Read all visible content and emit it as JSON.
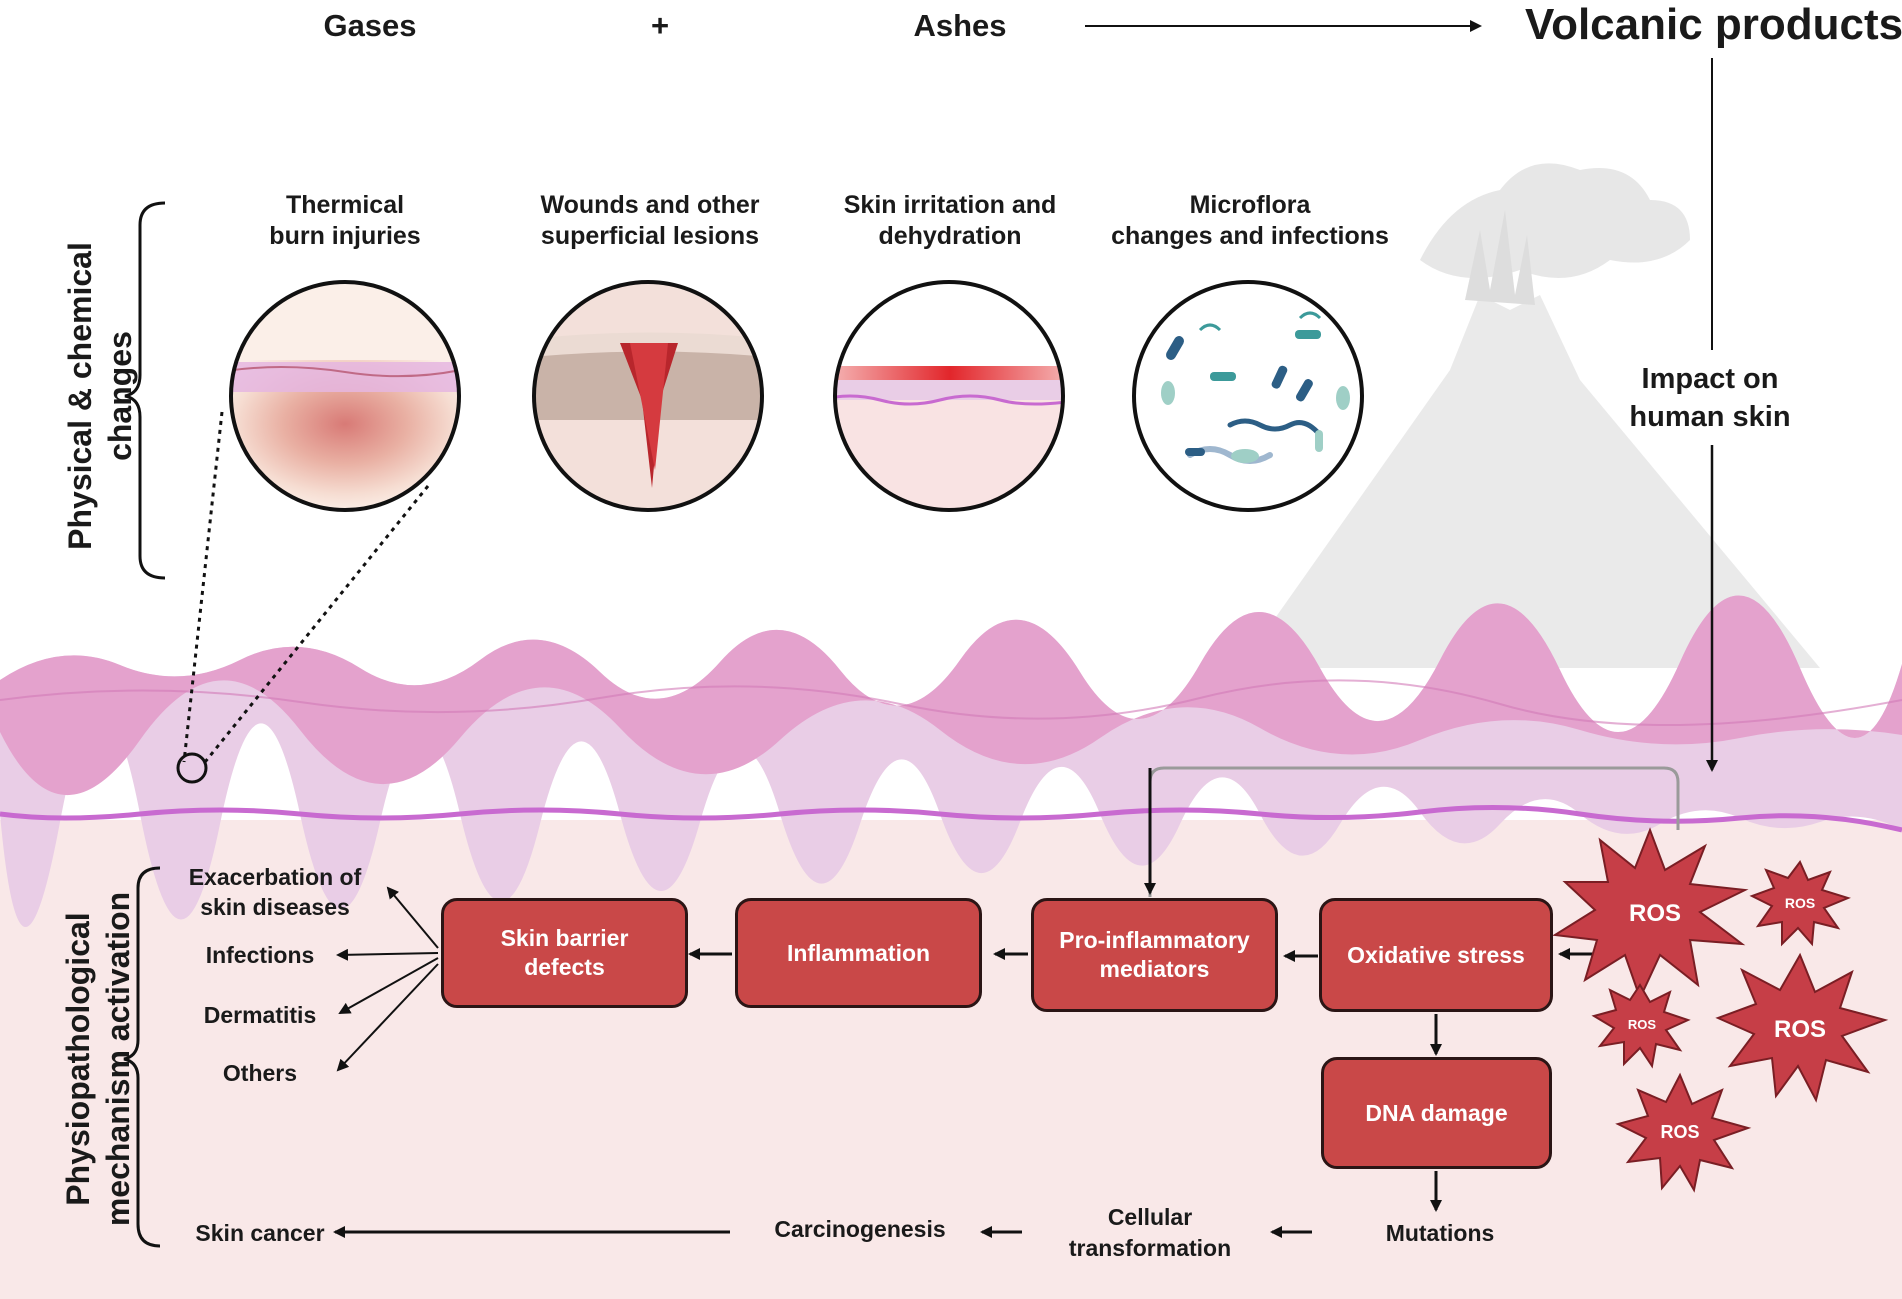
{
  "header": {
    "gases": "Gases",
    "plus": "+",
    "ashes": "Ashes",
    "volcanic_products": "Volcanic products"
  },
  "impact": {
    "line1": "Impact on",
    "line2": "human skin"
  },
  "physical": {
    "side_label_line1": "Physical & chemical",
    "side_label_line2": "changes",
    "items": [
      {
        "line1": "Thermical",
        "line2": "burn injuries"
      },
      {
        "line1": "Wounds and other",
        "line2": "superficial lesions"
      },
      {
        "line1": "Skin irritation and",
        "line2": "dehydration"
      },
      {
        "line1": "Microflora",
        "line2": "changes and infections"
      }
    ]
  },
  "physio": {
    "side_label_line1": "Physiopathological",
    "side_label_line2": "mechanism activation",
    "boxes": {
      "skin_barrier_line1": "Skin barrier",
      "skin_barrier_line2": "defects",
      "inflammation": "Inflammation",
      "pro_line1": "Pro-inflammatory",
      "pro_line2": "mediators",
      "oxidative": "Oxidative stress",
      "dna": "DNA damage"
    },
    "outcomes": {
      "exacerbation_line1": "Exacerbation of",
      "exacerbation_line2": "skin diseases",
      "infections": "Infections",
      "dermatitis": "Dermatitis",
      "others": "Others",
      "skin_cancer": "Skin cancer"
    },
    "chain": {
      "mutations": "Mutations",
      "cellular_line1": "Cellular",
      "cellular_line2": "transformation",
      "carcinogenesis": "Carcinogenesis"
    },
    "ros": [
      "ROS",
      "ROS",
      "ROS",
      "ROS",
      "ROS"
    ]
  },
  "colors": {
    "box_fill": "#c94848",
    "ros_fill": "#c63e47",
    "dermis": "#f9e8e8",
    "epidermis": "#e9cde6",
    "stratum": "#e4a2cd",
    "membrane": "#c86ad0"
  }
}
